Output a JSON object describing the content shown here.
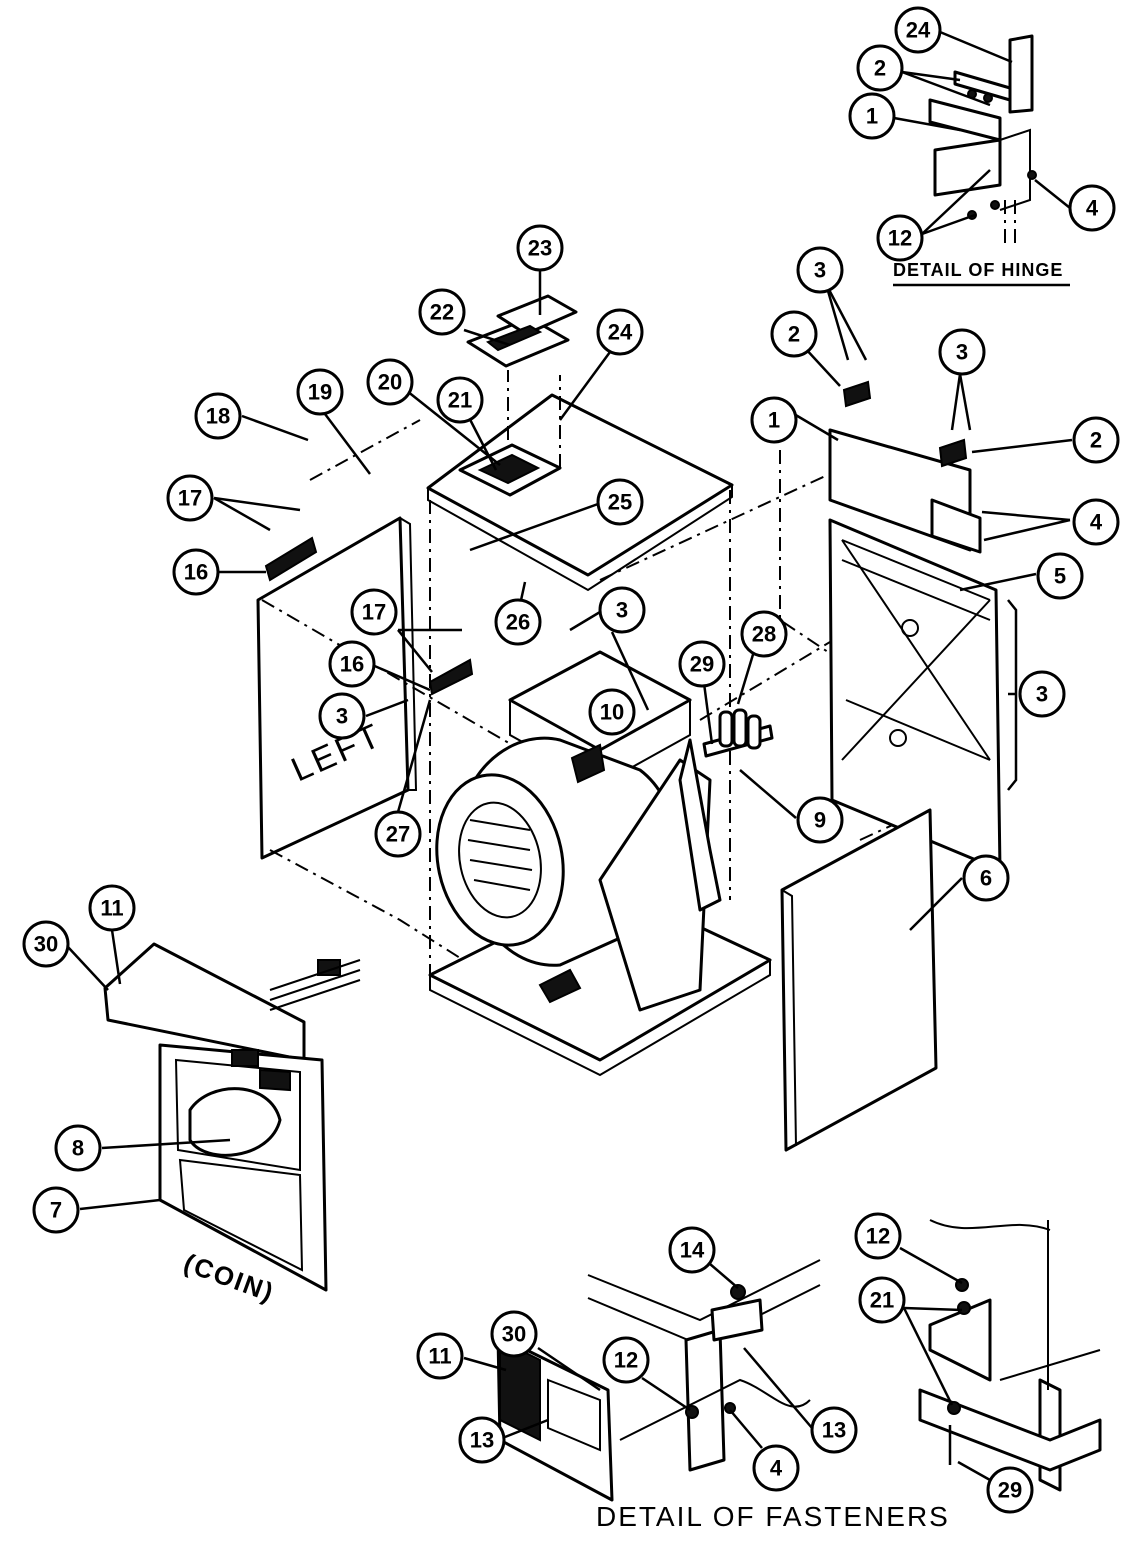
{
  "captions": {
    "hinge_detail": "DETAIL OF HINGE",
    "fasteners_detail": "DETAIL OF FASTENERS",
    "left_panel": "LEFT",
    "coin_panel": "(COIN)"
  },
  "callouts": {
    "c24a": "24",
    "c2a": "2",
    "c1a": "1",
    "c12a": "12",
    "c4a": "4",
    "c23": "23",
    "c22": "22",
    "c24b": "24",
    "c20": "20",
    "c21a": "21",
    "c18": "18",
    "c19": "19",
    "c17a": "17",
    "c16a": "16",
    "c25": "25",
    "c26": "26",
    "c17b": "17",
    "c16b": "16",
    "c3a": "3",
    "c27": "27",
    "c3b": "3",
    "c10": "10",
    "c3c": "3",
    "c2b": "2",
    "c3d": "3",
    "c1b": "1",
    "c2c": "2",
    "c4b": "4",
    "c5": "5",
    "c3e": "3",
    "c29a": "29",
    "c28": "28",
    "c9": "9",
    "c6": "6",
    "c30a": "30",
    "c11a": "11",
    "c8": "8",
    "c7": "7",
    "c14": "14",
    "c30b": "30",
    "c11b": "11",
    "c12b": "12",
    "c13a": "13",
    "c13b": "13",
    "c4c": "4",
    "c12c": "12",
    "c21b": "21",
    "c29b": "29"
  }
}
